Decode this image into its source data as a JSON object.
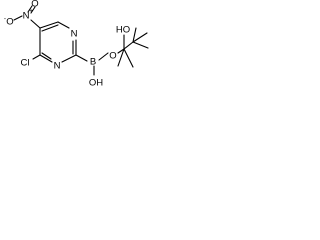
{
  "molecule": {
    "atom_labels": {
      "nitro_oxygen_left": "O",
      "nitro_oxygen_charge": "-",
      "nitro_nitrogen": "N",
      "nitro_nitrogen_charge": "+",
      "nitro_oxygen_top": "O",
      "chlorine": "Cl",
      "ring_nitrogen_right": "N",
      "ring_nitrogen_bottom": "N",
      "boron": "B",
      "boron_hydroxyl": "OH",
      "ester_oxygen": "O",
      "pinacol_hydroxyl": "HO"
    }
  }
}
